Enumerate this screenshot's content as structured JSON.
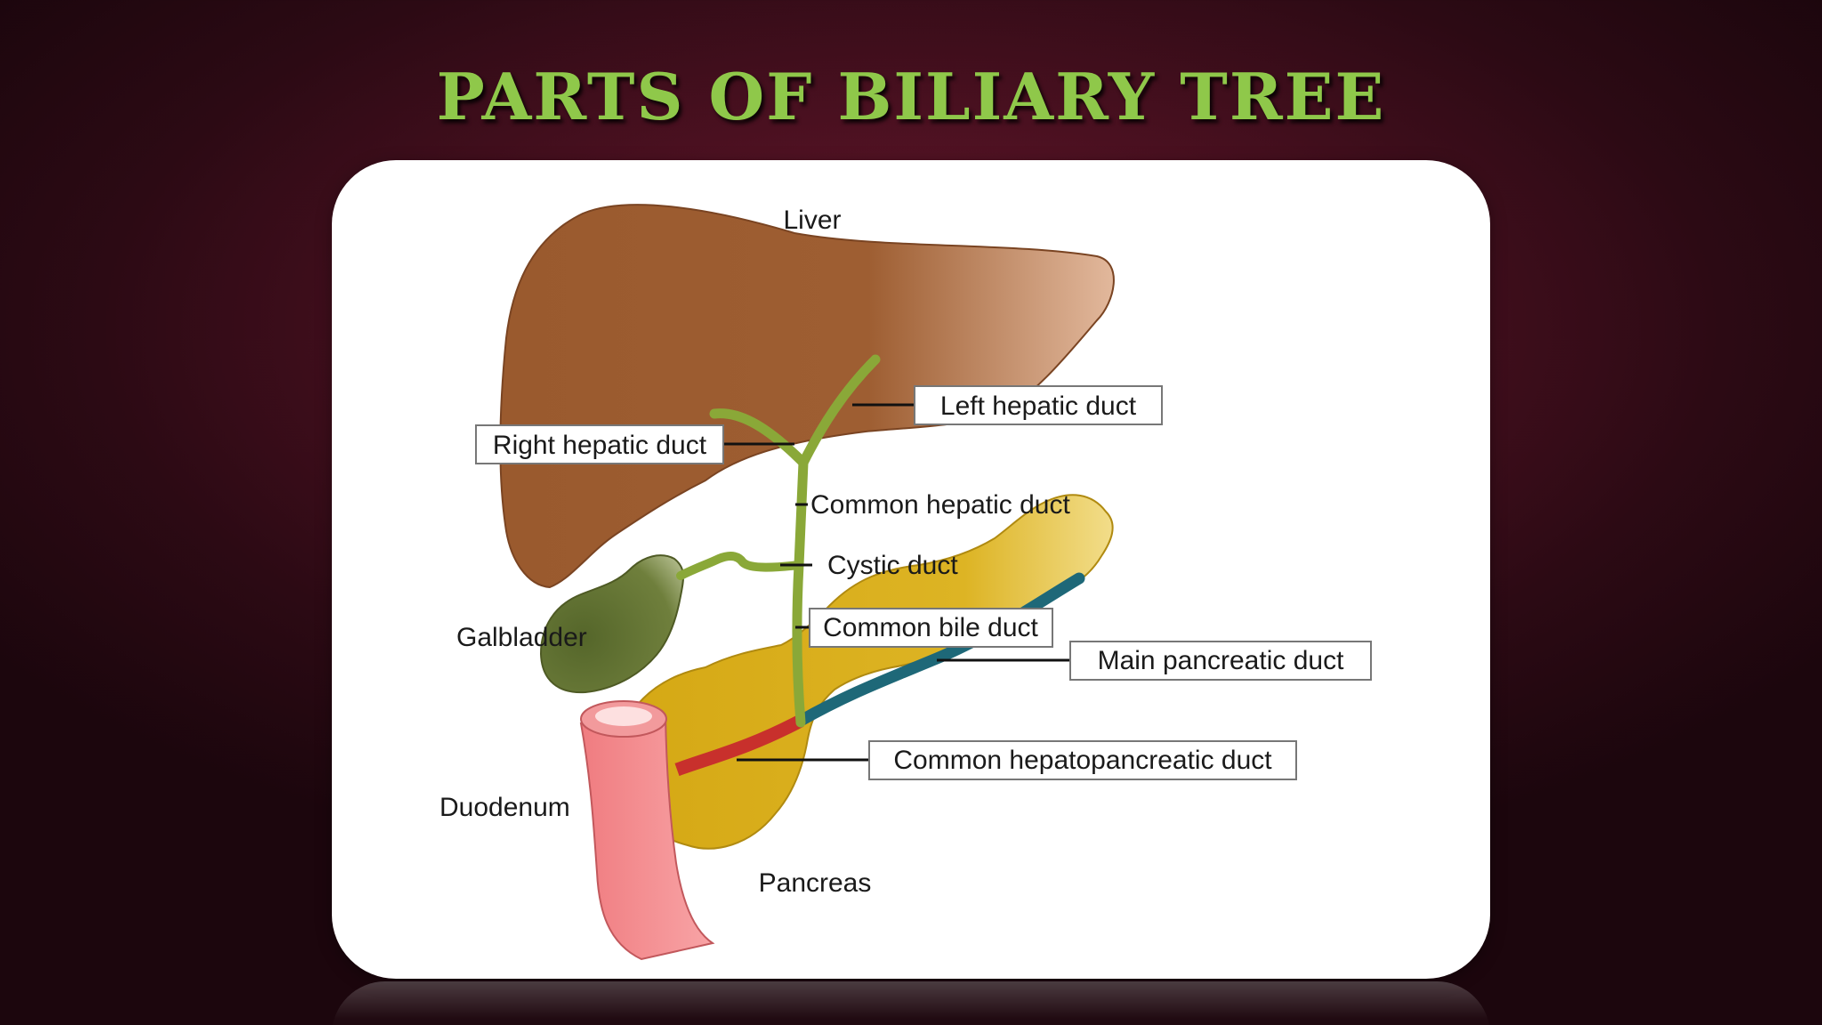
{
  "slide": {
    "title": "PARTS OF BILIARY TREE"
  },
  "diagram": {
    "labels": {
      "liver": "Liver",
      "right_hepatic_duct": "Right hepatic duct",
      "left_hepatic_duct": "Left hepatic duct",
      "common_hepatic_duct": "Common hepatic duct",
      "cystic_duct": "Cystic duct",
      "common_bile_duct": "Common bile duct",
      "main_pancreatic_duct": "Main pancreatic duct",
      "common_hepatopancreatic_duct": "Common hepatopancreatic duct",
      "galbladder": "Galbladder",
      "duodenum": "Duodenum",
      "pancreas": "Pancreas"
    },
    "colors": {
      "liver": "#9a5a2e",
      "gallbladder": "#5d6e2c",
      "bile_ducts": "#8aa838",
      "pancreas": "#d8ae1a",
      "pancreatic_duct": "#1e6878",
      "hepatopancreatic_duct": "#c8302c",
      "duodenum": "#f28a8c"
    }
  }
}
